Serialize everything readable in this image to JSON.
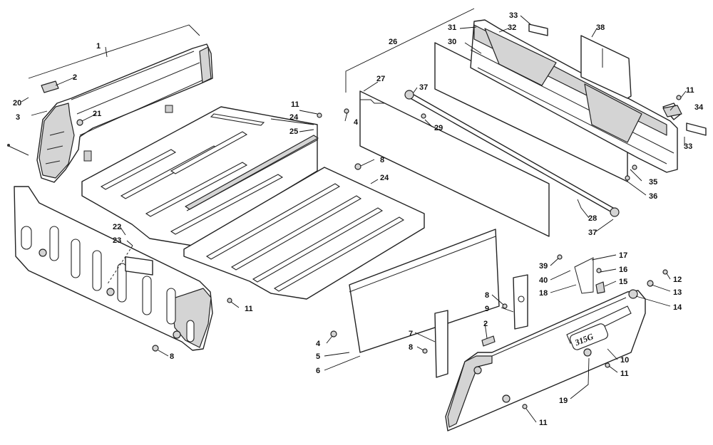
{
  "diagram": {
    "callouts": [
      "1",
      "2",
      "3",
      "20",
      "21",
      "22",
      "23",
      "8",
      "11",
      "24",
      "25",
      "11",
      "8",
      "24",
      "26",
      "27",
      "4",
      "30",
      "31",
      "32",
      "33",
      "38",
      "37",
      "29",
      "28",
      "37",
      "11",
      "34",
      "33",
      "35",
      "36",
      "4",
      "5",
      "6",
      "7",
      "8",
      "2",
      "8",
      "9",
      "39",
      "40",
      "18",
      "17",
      "16",
      "15",
      "12",
      "13",
      "14",
      "10",
      "11",
      "19",
      "11"
    ],
    "badge_text": "315G"
  }
}
